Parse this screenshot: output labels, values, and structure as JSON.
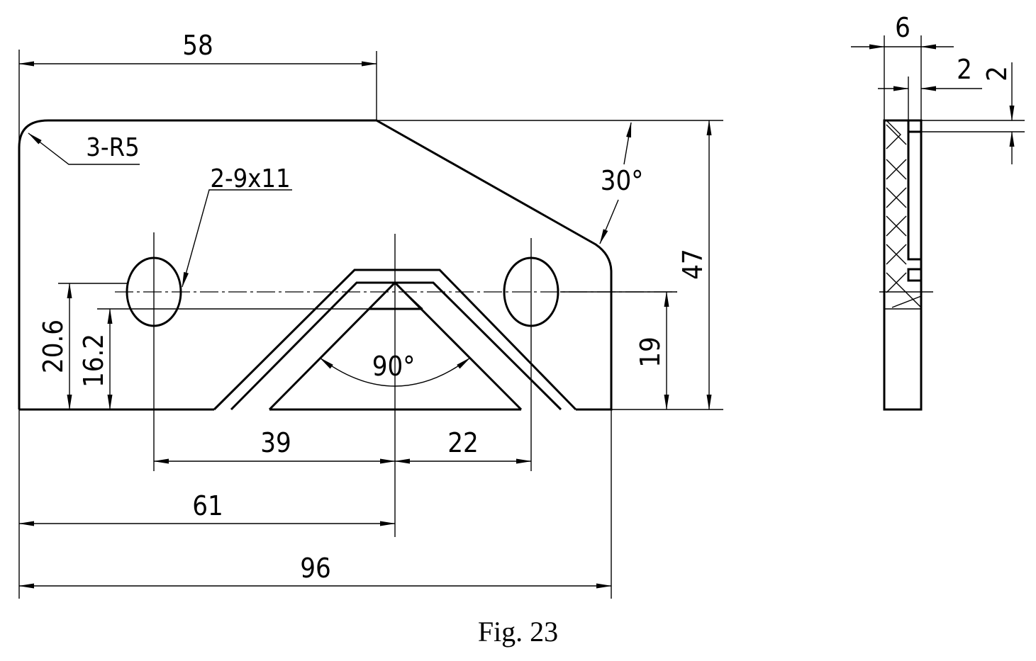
{
  "figure": {
    "caption": "Fig. 23",
    "front_view": {
      "dim_top_width": "58",
      "dim_corner_radius": "3-R5",
      "dim_slots": "2-9x11",
      "dim_chamfer_angle": "30°",
      "dim_height": "47",
      "dim_slot_height": "19",
      "dim_left_outer": "20.6",
      "dim_left_inner": "16.2",
      "dim_v_angle": "90°",
      "dim_slot_to_center": "39",
      "dim_center_to_slot": "22",
      "dim_center_offset": "61",
      "dim_total_width": "96"
    },
    "side_view": {
      "dim_thickness": "6",
      "dim_step_depth": "2",
      "dim_step_height": "2"
    }
  }
}
